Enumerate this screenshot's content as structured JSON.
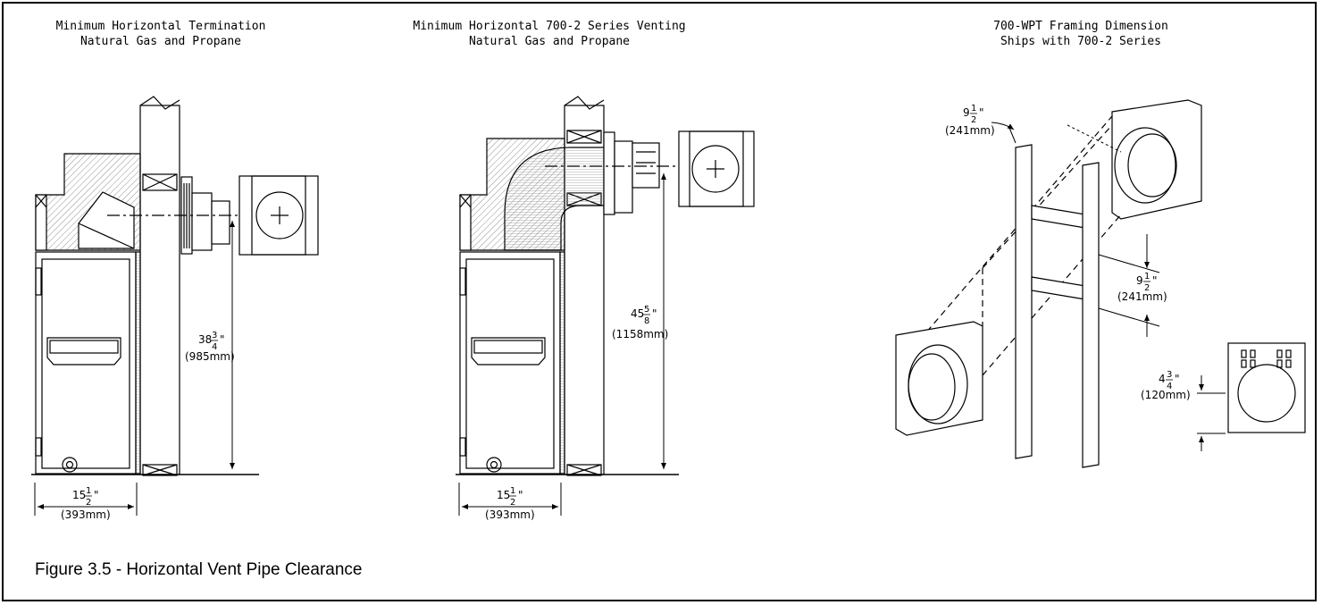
{
  "titles": {
    "termination": [
      "Minimum Horizontal Termination",
      "Natural Gas and Propane"
    ],
    "venting": [
      "Minimum Horizontal 700-2 Series Venting",
      "Natural Gas and Propane"
    ],
    "framing": [
      "700-WPT Framing Dimension",
      "Ships with 700-2 Series"
    ]
  },
  "dimensions": {
    "height_termination": {
      "whole": "38",
      "num": "3",
      "den": "4",
      "mm": "(985mm)"
    },
    "width_termination": {
      "whole": "15",
      "num": "1",
      "den": "2",
      "mm": "(393mm)"
    },
    "height_venting": {
      "whole": "45",
      "num": "5",
      "den": "8",
      "mm": "(1158mm)"
    },
    "width_venting": {
      "whole": "15",
      "num": "1",
      "den": "2",
      "mm": "(393mm)"
    },
    "framing_top": {
      "whole": "9",
      "num": "1",
      "den": "2",
      "mm": "(241mm)"
    },
    "framing_mid": {
      "whole": "9",
      "num": "1",
      "den": "2",
      "mm": "(241mm)"
    },
    "framing_plate": {
      "whole": "4",
      "num": "3",
      "den": "4",
      "mm": "(120mm)"
    }
  },
  "caption": "Figure 3.5 - Horizontal Vent Pipe Clearance"
}
